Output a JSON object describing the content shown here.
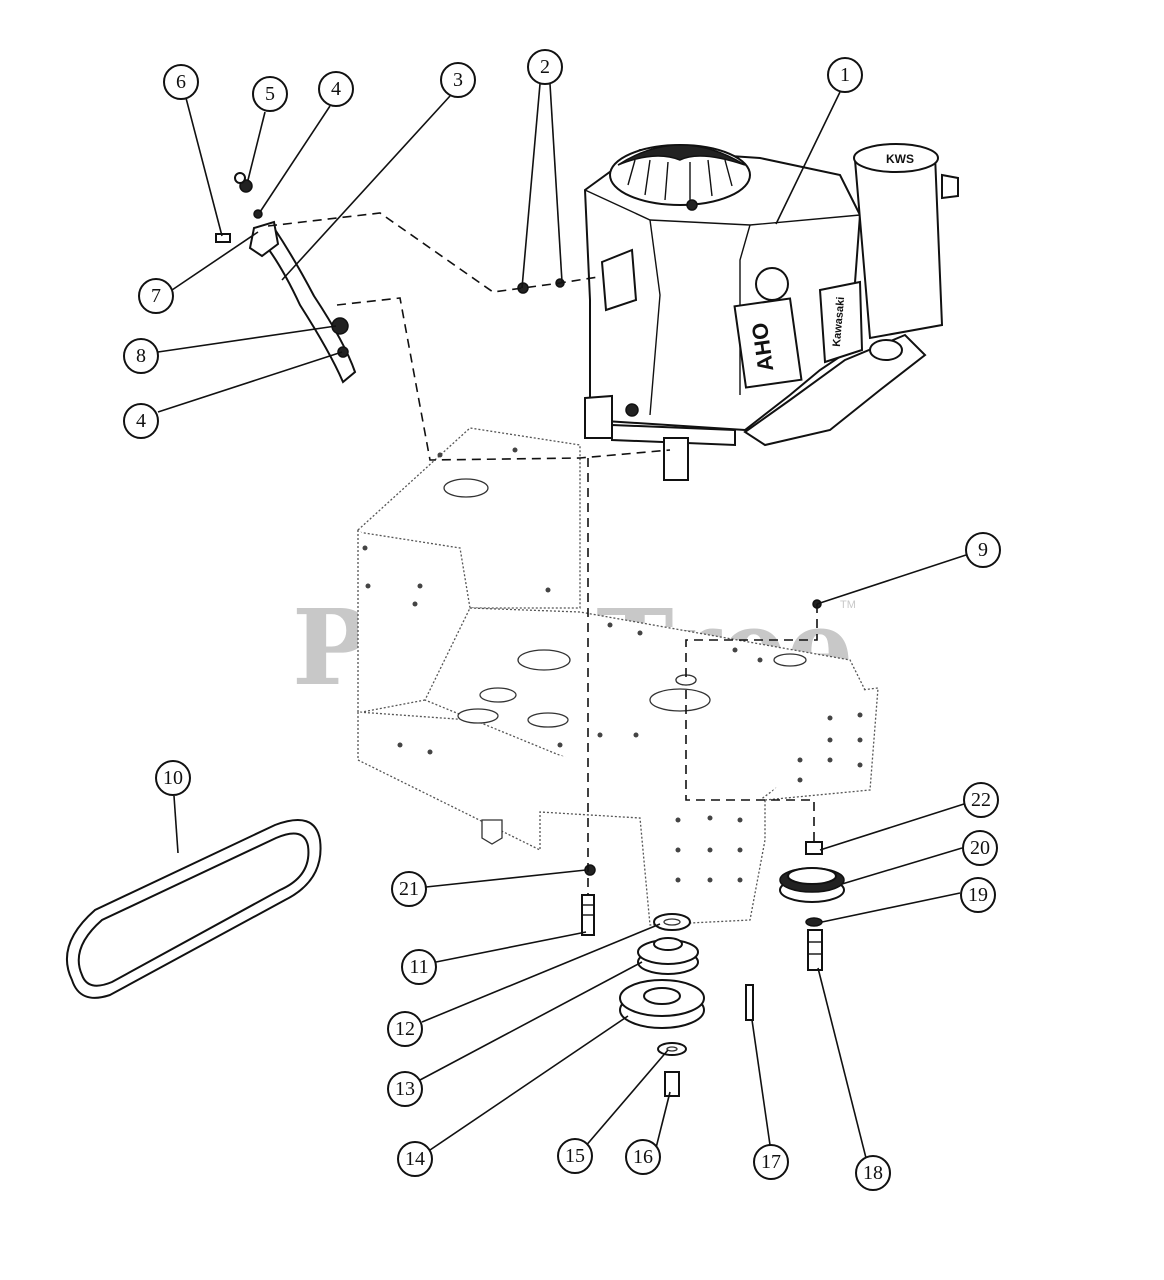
{
  "watermark": {
    "text": "PartsTree",
    "tm": "TM"
  },
  "engine_markings": {
    "side_label": "AHO",
    "brand_text": "Kawasaki",
    "filter_text": "KWS"
  },
  "callouts": [
    "1",
    "2",
    "3",
    "4",
    "5",
    "6",
    "7",
    "8",
    "4",
    "9",
    "10",
    "11",
    "12",
    "13",
    "14",
    "15",
    "16",
    "17",
    "18",
    "19",
    "20",
    "21",
    "22"
  ]
}
